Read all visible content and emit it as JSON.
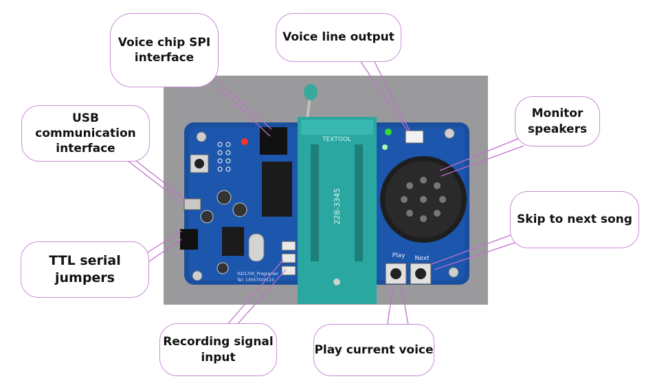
{
  "colors": {
    "callout_border": "#c98bd6",
    "leader_line": "#c070cc",
    "pcb": "#1a4fa0",
    "zif_socket": "#2aa7a0"
  },
  "board": {
    "socket_brand": "TEXTOOL",
    "socket_code": "228-3345",
    "silk_label_1": "ISD1700_Programer",
    "silk_label_2": "Tel: 13057504110",
    "play_label": "Play",
    "next_label": "Next"
  },
  "callouts": {
    "spi": {
      "line1": "Voice chip SPI",
      "line2": "interface"
    },
    "line_out": {
      "line1": "Voice line output"
    },
    "usb": {
      "line1": "USB communication",
      "line2": "interface"
    },
    "speaker": {
      "line1": "Monitor",
      "line2": "speakers"
    },
    "skip": {
      "line1": "Skip to next song"
    },
    "ttl": {
      "line1": "TTL serial jumpers"
    },
    "record": {
      "line1": "Recording signal",
      "line2": "input"
    },
    "play": {
      "line1": "Play current voice"
    }
  }
}
